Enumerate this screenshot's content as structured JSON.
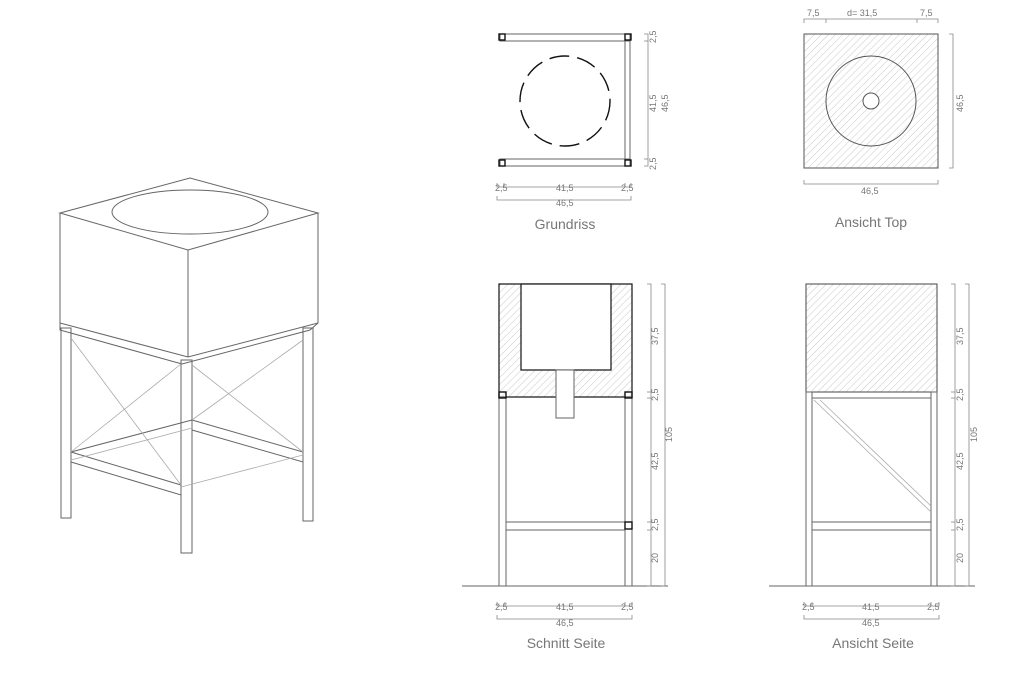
{
  "views": {
    "grundriss": {
      "title": "Grundriss",
      "dims_right": [
        "2,5",
        "41,5",
        "46,5",
        "2,5"
      ],
      "dims_bottom": [
        "2,5",
        "41,5",
        "2,5",
        "46,5"
      ]
    },
    "ansicht_top": {
      "title": "Ansicht Top",
      "dims_top": [
        "7,5",
        "d= 31,5",
        "7,5"
      ],
      "dim_right": "46,5",
      "dim_bottom": "46,5"
    },
    "schnitt_seite": {
      "title": "Schnitt Seite",
      "dims_right": [
        "37,5",
        "2,5",
        "42,5",
        "2,5",
        "20"
      ],
      "dim_total": "105",
      "dims_bottom": [
        "2,5",
        "41,5",
        "2,5",
        "46,5"
      ]
    },
    "ansicht_seite": {
      "title": "Ansicht Seite",
      "dims_right": [
        "37,5",
        "2,5",
        "42,5",
        "2,5",
        "20"
      ],
      "dim_total": "105",
      "dims_bottom": [
        "2,5",
        "41,5",
        "2,5",
        "46,5"
      ]
    }
  }
}
